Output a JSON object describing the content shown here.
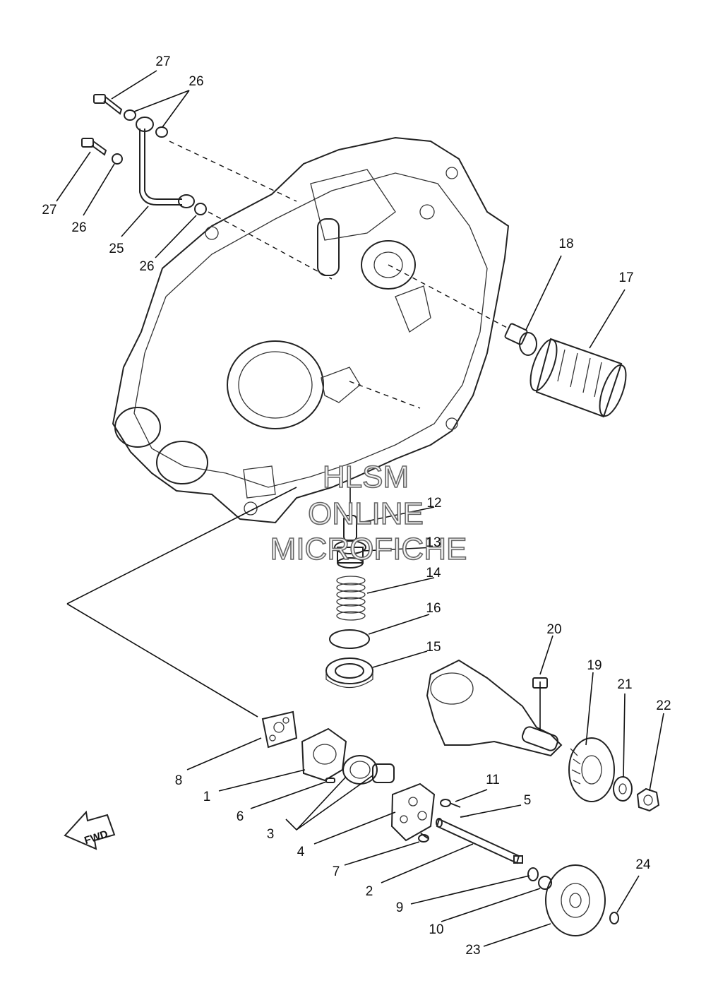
{
  "diagram": {
    "callouts": {
      "c1": "1",
      "c2": "2",
      "c3": "3",
      "c4": "4",
      "c5": "5",
      "c6": "6",
      "c7": "7",
      "c8": "8",
      "c9": "9",
      "c10": "10",
      "c11": "11",
      "c12": "12",
      "c13": "13",
      "c14": "14",
      "c15": "15",
      "c16": "16",
      "c17": "17",
      "c18": "18",
      "c19": "19",
      "c20": "20",
      "c21": "21",
      "c22": "22",
      "c23": "23",
      "c24": "24",
      "c25": "25",
      "c26a": "26",
      "c26b": "26",
      "c26c": "26",
      "c27a": "27",
      "c27b": "27"
    },
    "fwd_label": "FWD",
    "watermark": {
      "line1": "HLSM",
      "line2": "ONLINE",
      "line3": "MICROFICHE"
    },
    "colors": {
      "line": "#222222",
      "background": "#ffffff"
    }
  }
}
